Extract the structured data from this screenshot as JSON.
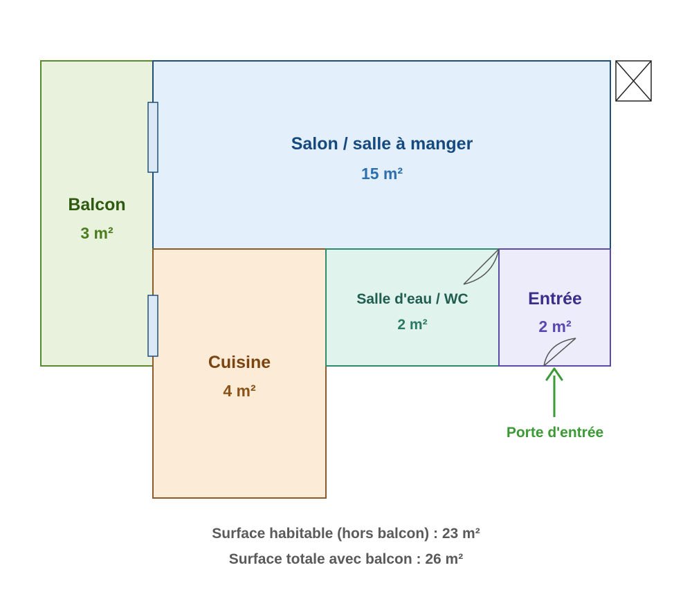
{
  "rooms": {
    "balcon": {
      "name": "Balcon",
      "area": "3 m²",
      "fill": "#e9f2dd",
      "stroke": "#5a8a2e",
      "name_color": "#2e5a10",
      "area_color": "#4a7d1e"
    },
    "salon": {
      "name": "Salon / salle à manger",
      "area": "15 m²",
      "fill": "#e3effa",
      "stroke": "#1f4e79",
      "name_color": "#164a7e",
      "area_color": "#2e6fb0"
    },
    "cuisine": {
      "name": "Cuisine",
      "area": "4 m²",
      "fill": "#fbebd7",
      "stroke": "#8a5a2b",
      "name_color": "#7a4510",
      "area_color": "#8a5418"
    },
    "sde": {
      "name": "Salle d'eau / WC",
      "area": "2 m²",
      "fill": "#e0f3ec",
      "stroke": "#2e8a6a",
      "name_color": "#1f5e50",
      "area_color": "#2a7a66"
    },
    "entree": {
      "name": "Entrée",
      "area": "2 m²",
      "fill": "#ececfb",
      "stroke": "#5a4aa8",
      "name_color": "#3a2e8a",
      "area_color": "#5a48b0"
    }
  },
  "entrance": {
    "label": "Porte d'entrée",
    "color": "#3a9a34"
  },
  "summary": {
    "habitable": "Surface habitable (hors balcon) : 23 m²",
    "total": "Surface totale avec balcon : 26 m²"
  }
}
